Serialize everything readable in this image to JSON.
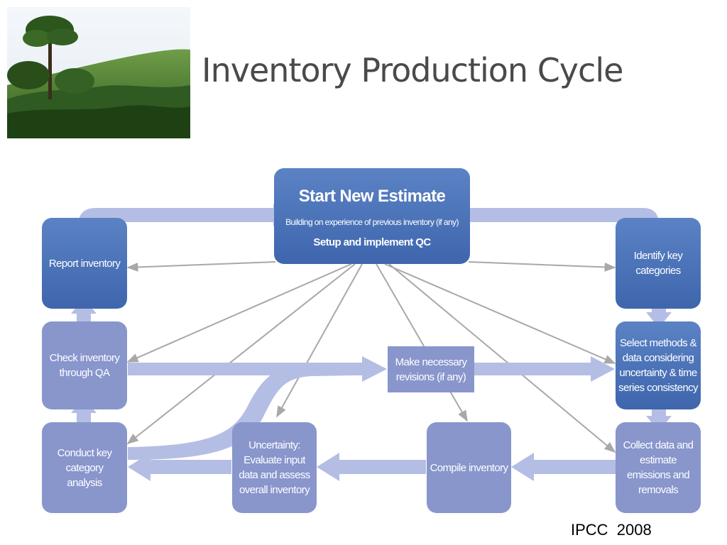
{
  "title": "Inventory Production Cycle",
  "credit": "IPCC  2008",
  "photo": {
    "icon": "forest-tree-photo"
  },
  "diagram": {
    "start": {
      "title": "Start New Estimate",
      "subtitle": "Building on experience of previous inventory (if any)",
      "qc": "Setup and implement QC"
    },
    "steps": {
      "identify": "Identify key categories",
      "select_methods": "Select methods & data considering uncertainty & time series consistency",
      "collect": "Collect  data and estimate emissions and removals",
      "compile": "Compile inventory",
      "uncertainty": "Uncertainty: Evaluate input data and assess overall inventory",
      "key_analysis": "Conduct key category analysis",
      "check_qa": "Check inventory through QA",
      "report": "Report inventory",
      "revisions": "Make necessary revisions (if any)"
    },
    "colors": {
      "start_box": "#4a73b8",
      "step_box": "#8896cc",
      "flow_arrow": "#b4bee4",
      "thin_arrow": "#a8a8a8"
    }
  }
}
